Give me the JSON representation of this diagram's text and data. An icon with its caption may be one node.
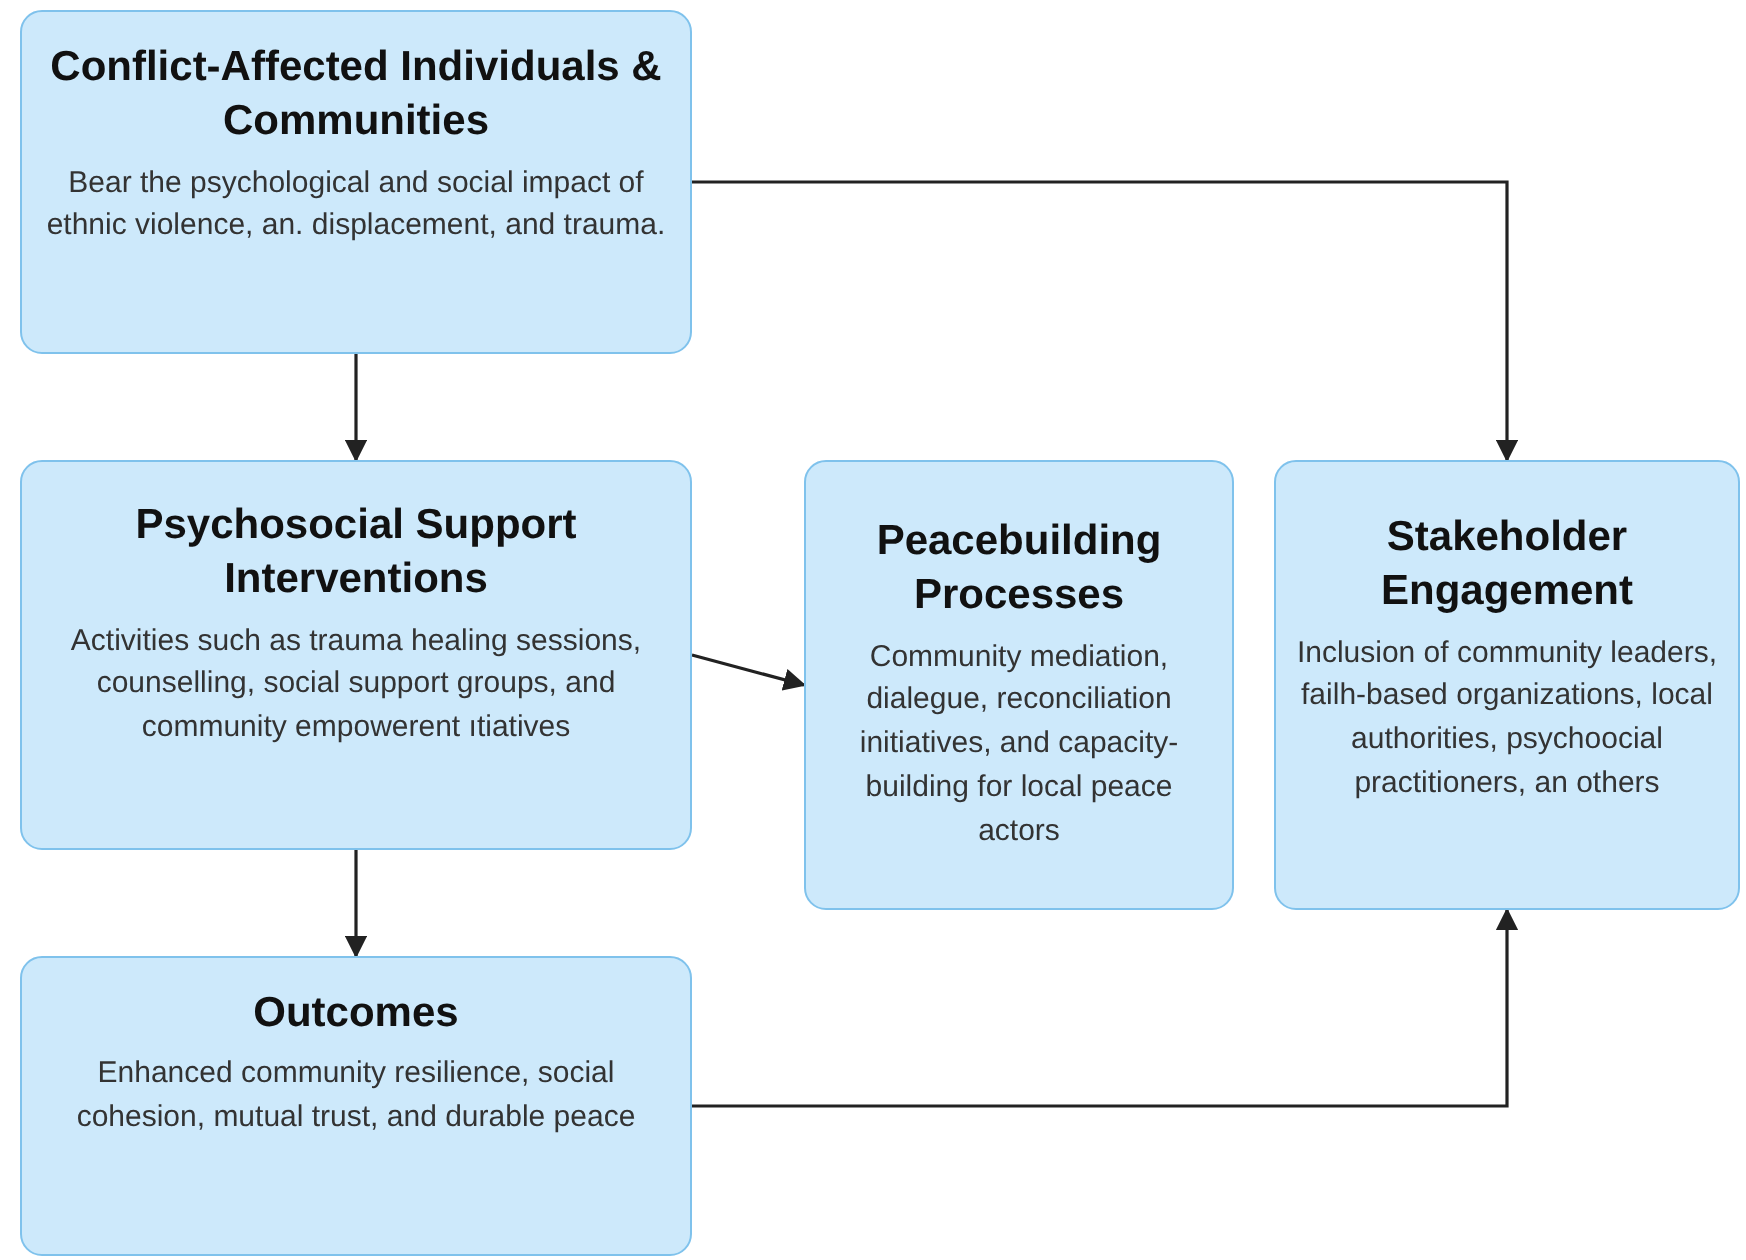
{
  "diagram": {
    "nodes": [
      {
        "text": [
          "Conflict-Affected Individuals & Communities",
          "Bear the psychological and social impact of ethnic violence, an. displacement, and trauma."
        ]
      },
      {
        "text": [
          "Psychosocial Support Interventions",
          "Activities such as trauma healing sessions, counselling, social support groups, and community empowerent ıtiatives"
        ]
      },
      {
        "text": [
          "Peacebuilding Processes",
          "Community mediation, dialegue, reconciliation initiatives, and capacity-building for local peace actors"
        ]
      },
      {
        "text": [
          "Stakeholder Engagement",
          "Inclusion of community leaders, failh-based organizations, local authorities, psychoocial practitioners, an others"
        ]
      },
      {
        "text": [
          "Outcomes",
          "Enhanced community resilience, social cohesion, mutual trust, and durable peace"
        ]
      }
    ],
    "edges": [
      {
        "from": 0,
        "to": 1,
        "arrow": "to"
      },
      {
        "from": 0,
        "to": 3,
        "arrow": "to"
      },
      {
        "from": 1,
        "to": 2,
        "arrow": "to"
      },
      {
        "from": 1,
        "to": 4,
        "arrow": "to"
      },
      {
        "from": 4,
        "to": 3,
        "arrow": "to"
      }
    ]
  }
}
